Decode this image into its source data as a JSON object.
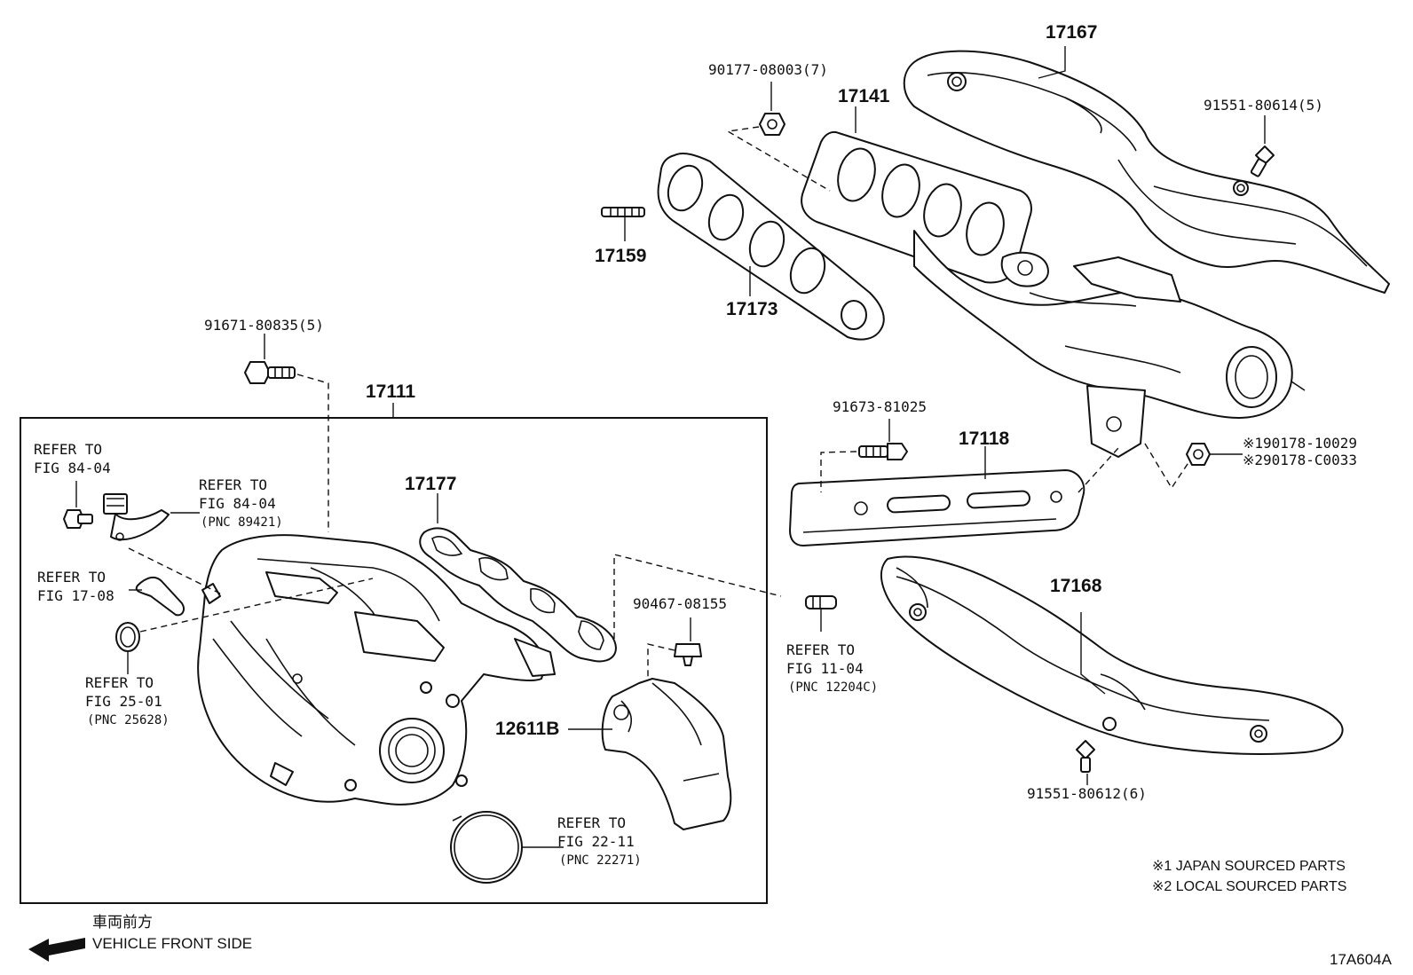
{
  "parts": {
    "p17167": "17167",
    "p17141": "17141",
    "p17159": "17159",
    "p17173": "17173",
    "p17111": "17111",
    "p17177": "17177",
    "p17118": "17118",
    "p17168": "17168",
    "p12611b": "12611B"
  },
  "fasteners": {
    "f90177": "90177-08003(7)",
    "f91551_80614": "91551-80614(5)",
    "f91671": "91671-80835(5)",
    "f91673": "91673-81025",
    "f90178_1": "※190178-10029",
    "f90178_2": "※290178-C0033",
    "f90467": "90467-08155",
    "f91551_80612": "91551-80612(6)"
  },
  "references": {
    "r1": {
      "line1": "REFER TO",
      "line2": "FIG 84-04"
    },
    "r2": {
      "line1": "REFER TO",
      "line2": "FIG 84-04",
      "pnc": "(PNC 89421)"
    },
    "r3": {
      "line1": "REFER TO",
      "line2": "FIG 17-08"
    },
    "r4": {
      "line1": "REFER TO",
      "line2": "FIG 25-01",
      "pnc": "(PNC 25628)"
    },
    "r5": {
      "line1": "REFER TO",
      "line2": "FIG 11-04",
      "pnc": "(PNC 12204C)"
    },
    "r6": {
      "line1": "REFER TO",
      "line2": "FIG 22-11",
      "pnc": "(PNC 22271)"
    }
  },
  "notes": {
    "n1": "※1 JAPAN SOURCED PARTS",
    "n2": "※2 LOCAL SOURCED PARTS"
  },
  "front": {
    "jp": "車両前方",
    "en": "VEHICLE FRONT SIDE"
  },
  "figure_id": "17A604A"
}
